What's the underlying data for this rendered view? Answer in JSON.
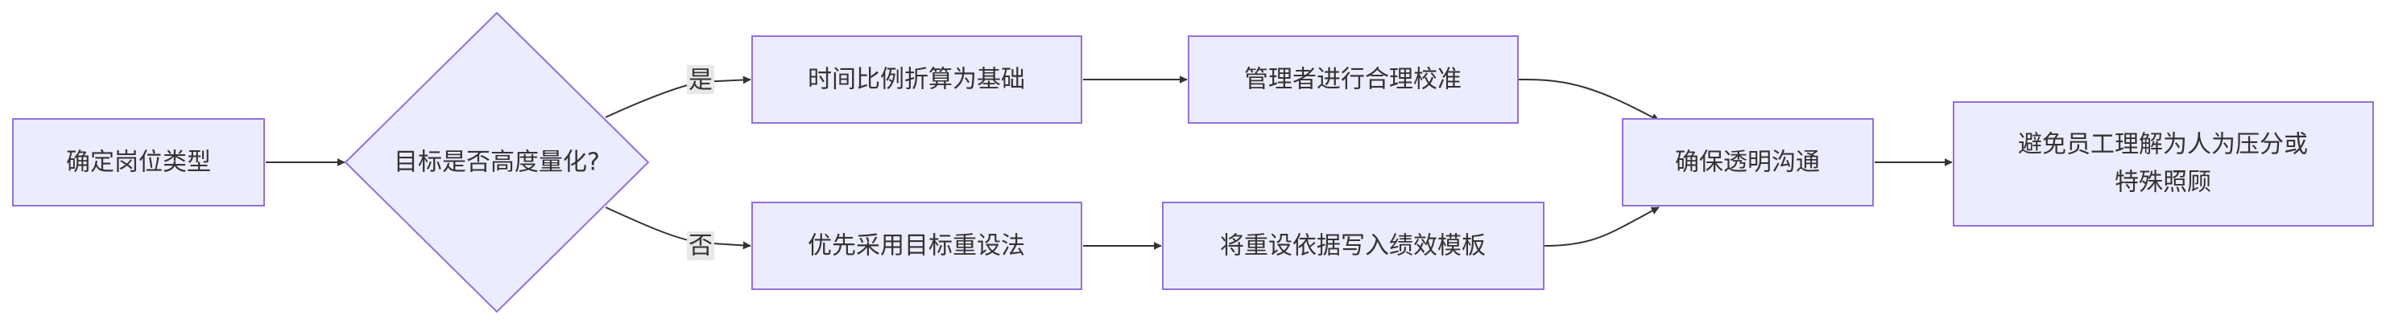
{
  "diagram": {
    "type": "flowchart",
    "direction": "left-to-right",
    "colors": {
      "node_fill": "#ECECFF",
      "node_stroke": "#9370DB",
      "edge": "#333333",
      "text": "#333333",
      "edge_label_bg": "#e8e8e8"
    },
    "nodes": {
      "a": {
        "label": "确定岗位类型",
        "shape": "rect"
      },
      "b": {
        "label": "目标是否高度量化?",
        "shape": "diamond"
      },
      "c": {
        "label": "时间比例折算为基础",
        "shape": "rect"
      },
      "d": {
        "label": "管理者进行合理校准",
        "shape": "rect"
      },
      "e": {
        "label": "优先采用目标重设法",
        "shape": "rect"
      },
      "f": {
        "label": "将重设依据写入绩效模板",
        "shape": "rect"
      },
      "g": {
        "label": "确保透明沟通",
        "shape": "rect"
      },
      "h": {
        "lines": [
          "避免员工理解为人为压分或",
          "特殊照顾"
        ],
        "shape": "rect"
      }
    },
    "edges": [
      {
        "from": "a",
        "to": "b",
        "label": ""
      },
      {
        "from": "b",
        "to": "c",
        "label": "是"
      },
      {
        "from": "b",
        "to": "e",
        "label": "否"
      },
      {
        "from": "c",
        "to": "d",
        "label": ""
      },
      {
        "from": "e",
        "to": "f",
        "label": ""
      },
      {
        "from": "d",
        "to": "g",
        "label": ""
      },
      {
        "from": "f",
        "to": "g",
        "label": ""
      },
      {
        "from": "g",
        "to": "h",
        "label": ""
      }
    ]
  }
}
